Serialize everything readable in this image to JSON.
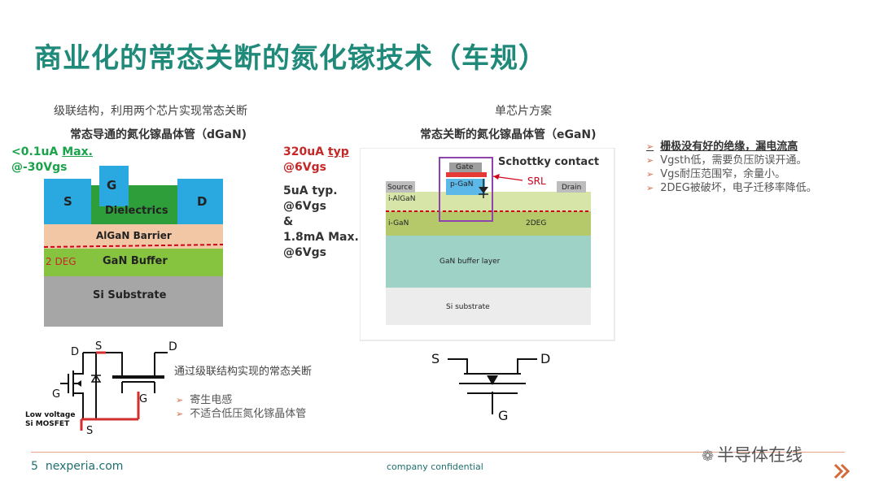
{
  "title": "商业化的常态关断的氮化镓技术（车规）",
  "left": {
    "header": "级联结构，利用两个芯片实现常态关断",
    "subtitle": "常态导通的氮化镓晶体管（dGaN)",
    "leakage_value": "<0.1uA",
    "leakage_max": "Max.",
    "leakage_vgs": "@-30Vgs",
    "layers": {
      "s": "S",
      "g": "G",
      "d": "D",
      "dielectrics": "Dielectrics",
      "algan": "AlGaN Barrier",
      "deg": "2 DEG",
      "gan": "GaN Buffer",
      "si": "Si Substrate"
    },
    "circuit": {
      "d_top": "D",
      "s_top": "S",
      "d_right": "D",
      "g_left": "G",
      "g_mid": "G",
      "s_bottom": "S",
      "mosfet_label_1": "Low voltage",
      "mosfet_label_2": "Si MOSFET"
    },
    "desc": "通过级联结构实现的常态关断",
    "bullets": [
      "寄生电感",
      "不适合低压氮化镓晶体管"
    ]
  },
  "middle": {
    "line1_value": "320uA",
    "line1_typ": "typ",
    "line2": "@6Vgs",
    "specs": [
      "5uA typ.",
      "@6Vgs",
      "&",
      "1.8mA Max.",
      "@6Vgs"
    ]
  },
  "right": {
    "header": "单芯片方案",
    "subtitle": "常态关断的氮化镓晶体管（eGaN)",
    "schottky": "Schottky contact",
    "layers": {
      "gate": "Gate",
      "pgan": "p-GaN",
      "srl": "SRL",
      "source": "Source",
      "drain": "Drain",
      "ialgan": "i-AlGaN",
      "igan": "i-GaN",
      "deg": "2DEG",
      "buffer": "GaN buffer layer",
      "si": "Si substrate"
    },
    "symbol": {
      "s": "S",
      "d": "D",
      "g": "G"
    },
    "bullets": [
      "栅极没有好的绝缘，漏电流高",
      "Vgsth低，需要负压防误开通。",
      "Vgs耐压范围窄，余量小。",
      "2DEG被破坏，电子迁移率降低。"
    ]
  },
  "footer": {
    "page": "5",
    "site": "nexperia.com",
    "confidential": "company confidential",
    "watermark": "半导体在线"
  },
  "colors": {
    "title": "#1f8a7a",
    "green_text": "#1aa34a",
    "red_text": "#c62828",
    "dielectric": "#2e9e3a",
    "contact": "#29a9e0",
    "algan": "#f2c7a5",
    "gan": "#86c440",
    "si": "#a6a6a6",
    "footer_line": "#e7a38a"
  }
}
